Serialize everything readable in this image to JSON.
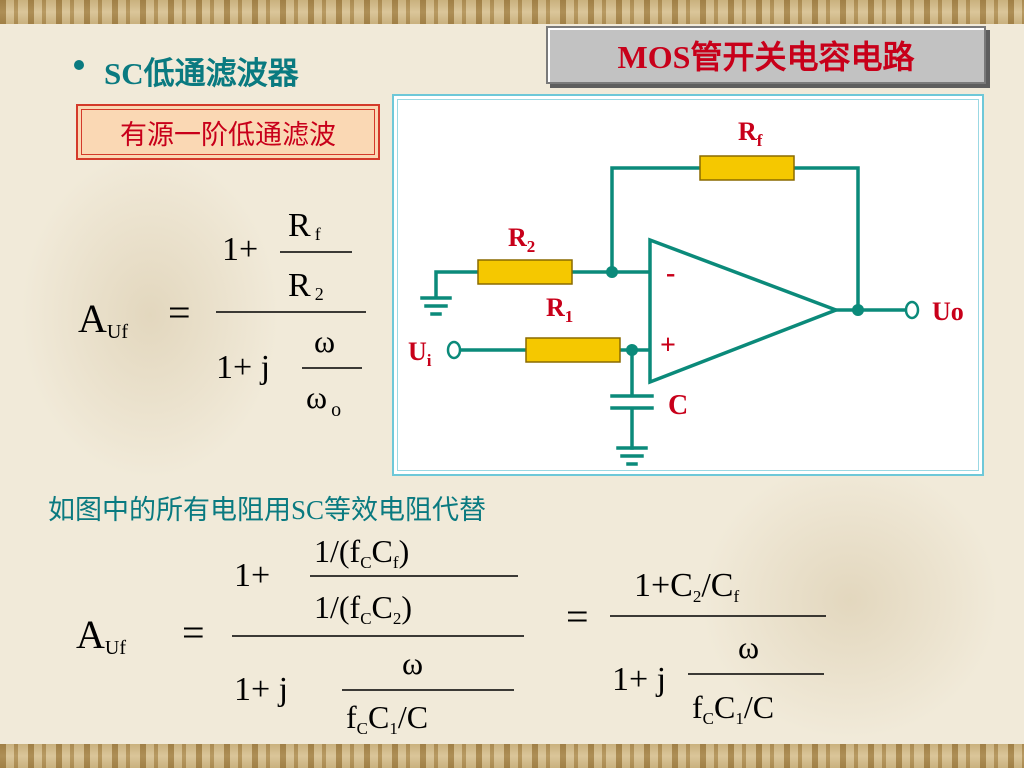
{
  "slide": {
    "heading": "SC低通滤波器",
    "title": "MOS管开关电容电路",
    "label": "有源一阶低通滤波",
    "note": "如图中的所有电阻用SC等效电阻代替"
  },
  "circuit": {
    "resistor_feedback": {
      "letter": "R",
      "sub": "f"
    },
    "resistor_2": {
      "letter": "R",
      "sub": "2"
    },
    "resistor_1": {
      "letter": "R",
      "sub": "1"
    },
    "capacitor": "C",
    "input": {
      "letter": "U",
      "sub": "i"
    },
    "output": "Uo",
    "minus_sign": "-",
    "plus_sign": "+"
  },
  "formula1": {
    "lhs": "A",
    "lhs_sub": "Uf",
    "eq": "=",
    "num_one_plus": "1+",
    "Rf_letter": "R",
    "Rf_sub": "f",
    "R2_letter": "R",
    "R2_sub": "2",
    "den_one_plus_j": "1+ j",
    "omega": "ω",
    "omega0": "ω",
    "omega0_sub": "o"
  },
  "formula2": {
    "lhs": "A",
    "lhs_sub": "Uf",
    "eq": "=",
    "num_one_plus": "1+",
    "top_a": "1/(f",
    "top_sub1": "C",
    "top_b": "C",
    "top_sub2": "f",
    "top_c": ")",
    "bot_a": "1/(f",
    "bot_sub1": "C",
    "bot_b": "C",
    "bot_sub2": "2",
    "bot_c": ")",
    "den_one_plus_j": "1+ j",
    "omega": "ω",
    "den_a": "f",
    "den_sub1": "C",
    "den_b": "C",
    "den_sub2": "1",
    "den_c": "/C"
  },
  "formula3": {
    "eq": "=",
    "num_a": "1+C",
    "num_sub1": "2",
    "num_b": "/C",
    "num_sub2": "f",
    "den_one_plus_j": "1+ j",
    "omega": "ω",
    "den_a": "f",
    "den_sub1": "C",
    "den_b": "C",
    "den_sub2": "1",
    "den_c": "/C"
  },
  "colors": {
    "teal": "#0a7a80",
    "red": "#c8001a",
    "wire": "#0b8a7a",
    "resistor": "#f5c800"
  }
}
